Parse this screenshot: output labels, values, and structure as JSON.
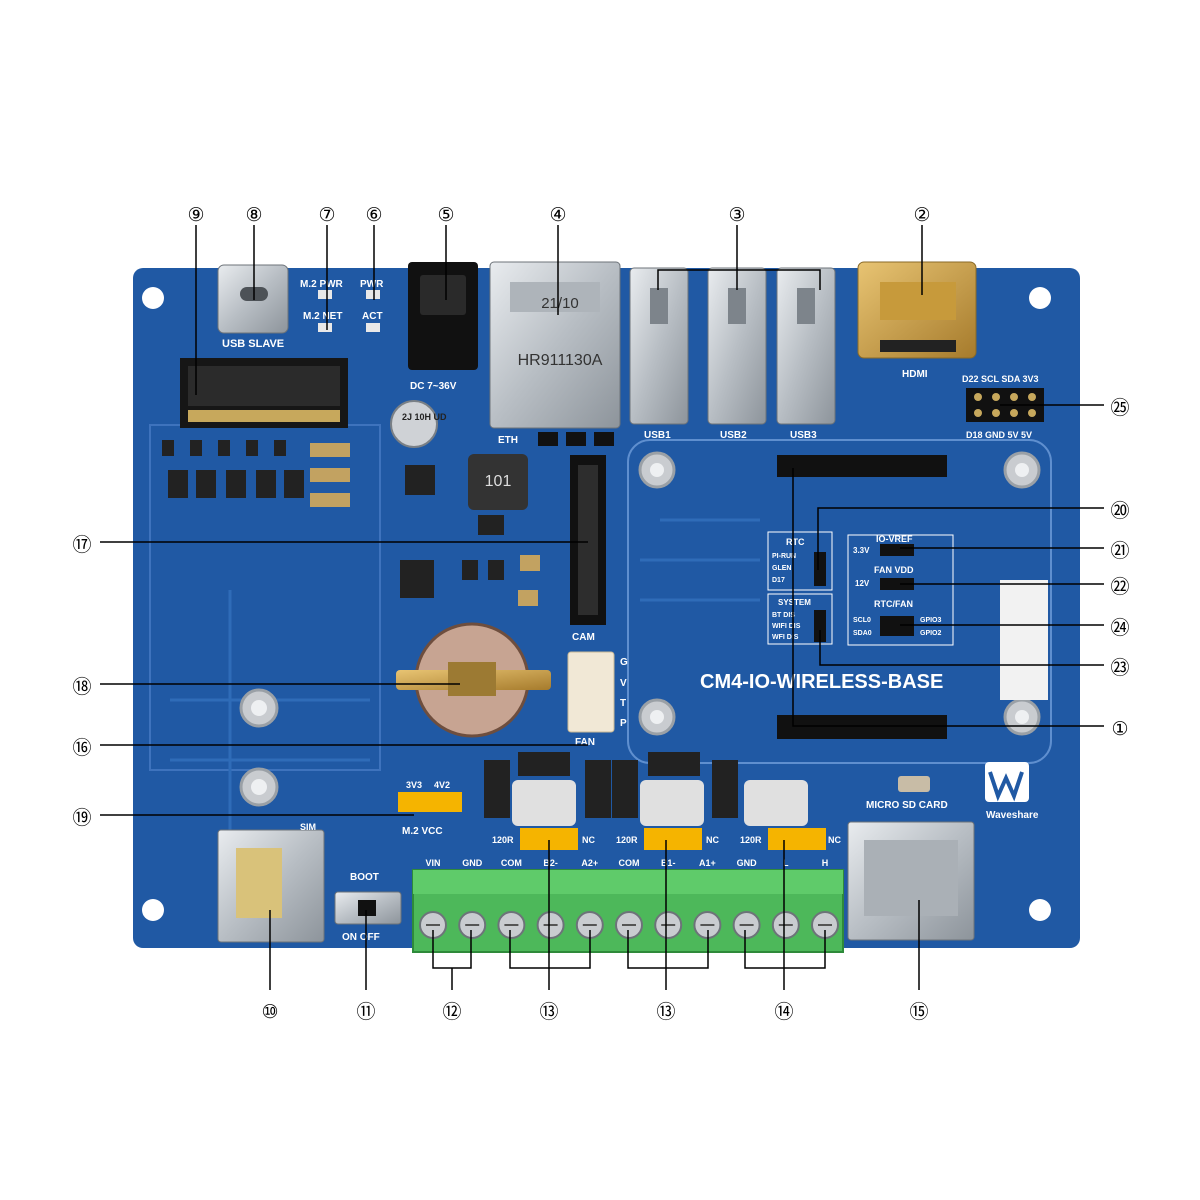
{
  "board": {
    "name": "CM4-IO-WIRELESS-BASE",
    "brand": "Waveshare",
    "colors": {
      "pcb": "#2059a4",
      "pcb_dark": "#16427e",
      "terminal": "#4db85a",
      "jumper": "#f5b400",
      "gold": "#c8a045"
    }
  },
  "silkscreen": {
    "usb_slave": "USB SLAVE",
    "m2_pwr": "M.2 PWR",
    "m2_net": "M.2 NET",
    "pwr": "PWR",
    "act": "ACT",
    "dc_in": "DC 7~36V",
    "eth": "ETH",
    "rj45_code": "HR911130A",
    "rj45_date": "21/10",
    "usb1": "USB1",
    "usb2": "USB2",
    "usb3": "USB3",
    "hdmi": "HDMI",
    "header_top": "D22 SCL SDA 3V3",
    "header_bottom": "D18 GND 5V 5V",
    "inductor": "101",
    "cap": "2J 10H UD",
    "cam": "CAM",
    "fan": "FAN",
    "fan_pins": [
      "G",
      "V",
      "T",
      "P"
    ],
    "rtc": "RTC",
    "rtc_pins": [
      "PI-RUN",
      "GLEN",
      "D17"
    ],
    "io_vref": "IO-VREF",
    "v33": "3.3V",
    "fan_vdd": "FAN VDD",
    "v12": "12V",
    "rtc_fan": "RTC/FAN",
    "scl0": "SCL0",
    "sda0": "SDA0",
    "gpio3": "GPIO3",
    "gpio2": "GPIO2",
    "system": "SYSTEM",
    "system_pins": [
      "BT DIS",
      "WIFI DIS",
      "WFI DIS"
    ],
    "v3v3": "3V3",
    "v4v2": "4V2",
    "m2_vcc": "M.2 VCC",
    "sim": "SIM",
    "boot": "BOOT",
    "on_off": "ON OFF",
    "r120": "120R",
    "nc": "NC",
    "terminal_labels": [
      "VIN",
      "GND",
      "COM",
      "B2-",
      "A2+",
      "COM",
      "B1-",
      "A1+",
      "GND",
      "L",
      "H"
    ],
    "micro_sd": "MICRO SD CARD",
    "waveshare": "Waveshare"
  },
  "callouts": [
    {
      "id": "1",
      "label": "①"
    },
    {
      "id": "2",
      "label": "②"
    },
    {
      "id": "3",
      "label": "③"
    },
    {
      "id": "4",
      "label": "④"
    },
    {
      "id": "5",
      "label": "⑤"
    },
    {
      "id": "6",
      "label": "⑥"
    },
    {
      "id": "7",
      "label": "⑦"
    },
    {
      "id": "8",
      "label": "⑧"
    },
    {
      "id": "9",
      "label": "⑨"
    },
    {
      "id": "10",
      "label": "⑩"
    },
    {
      "id": "11",
      "label": "⑪"
    },
    {
      "id": "12",
      "label": "⑫"
    },
    {
      "id": "13a",
      "label": "⑬"
    },
    {
      "id": "13b",
      "label": "⑬"
    },
    {
      "id": "14",
      "label": "⑭"
    },
    {
      "id": "15",
      "label": "⑮"
    },
    {
      "id": "16",
      "label": "⑯"
    },
    {
      "id": "17",
      "label": "⑰"
    },
    {
      "id": "18",
      "label": "⑱"
    },
    {
      "id": "19",
      "label": "⑲"
    },
    {
      "id": "20",
      "label": "⑳"
    },
    {
      "id": "21",
      "label": "㉑"
    },
    {
      "id": "22",
      "label": "㉒"
    },
    {
      "id": "23",
      "label": "㉓"
    },
    {
      "id": "24",
      "label": "㉔"
    },
    {
      "id": "25",
      "label": "㉕"
    }
  ]
}
